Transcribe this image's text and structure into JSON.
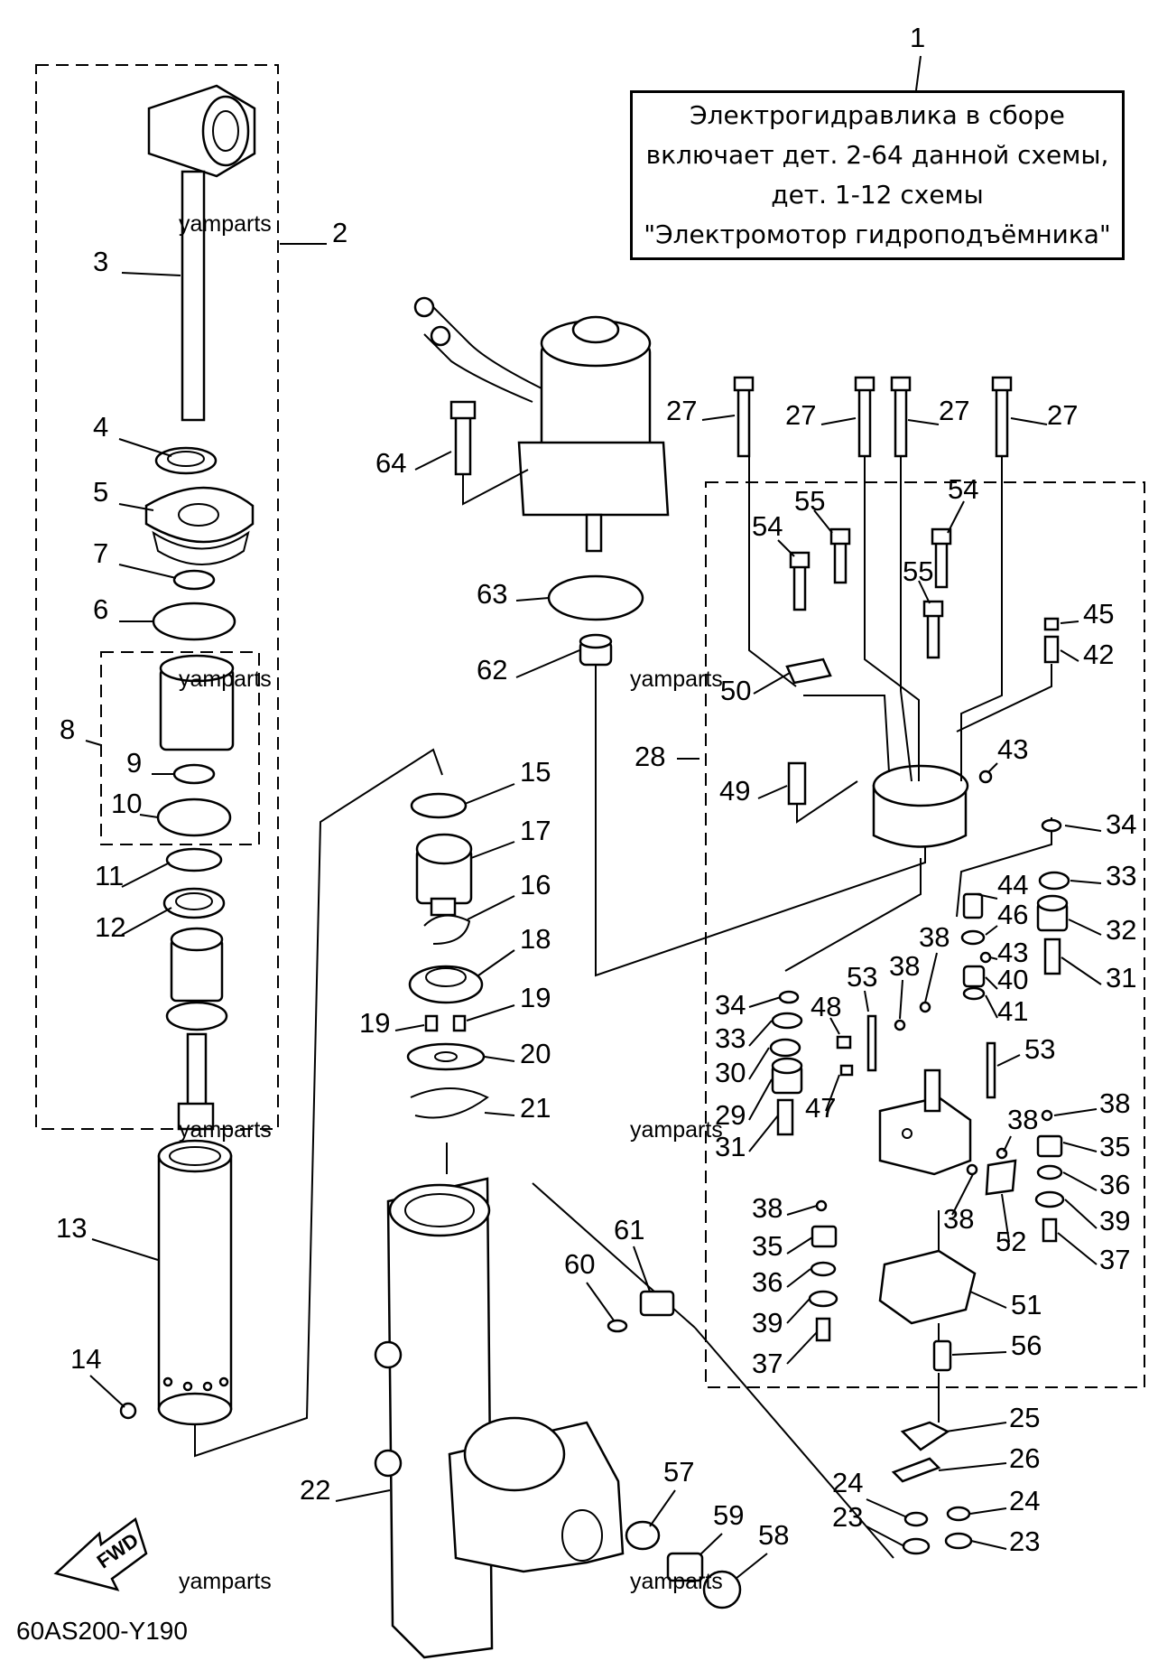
{
  "note": {
    "callout_number": "1",
    "lines": [
      "Электрогидравлика в сборе",
      "включает дет. 2-64 данной схемы,",
      "дет. 1-12 схемы",
      "\"Электромотор гидроподъёмника\""
    ]
  },
  "watermark": "yamparts",
  "diagram_code": "60AS200-Y190",
  "fwd_label": "FWD",
  "part_numbers": [
    "2",
    "3",
    "4",
    "5",
    "7",
    "6",
    "8",
    "9",
    "10",
    "11",
    "12",
    "13",
    "14",
    "15",
    "17",
    "16",
    "18",
    "19",
    "19",
    "20",
    "21",
    "22",
    "27",
    "27",
    "27",
    "27",
    "64",
    "63",
    "62",
    "55",
    "54",
    "54",
    "55",
    "45",
    "42",
    "50",
    "28",
    "43",
    "49",
    "34",
    "33",
    "32",
    "44",
    "46",
    "43",
    "40",
    "41",
    "31",
    "38",
    "38",
    "53",
    "48",
    "34",
    "33",
    "30",
    "29",
    "47",
    "31",
    "53",
    "38",
    "35",
    "36",
    "39",
    "37",
    "38",
    "38",
    "52",
    "38",
    "35",
    "36",
    "39",
    "37",
    "51",
    "56",
    "61",
    "60",
    "57",
    "59",
    "58",
    "25",
    "26",
    "24",
    "24",
    "23",
    "23"
  ]
}
